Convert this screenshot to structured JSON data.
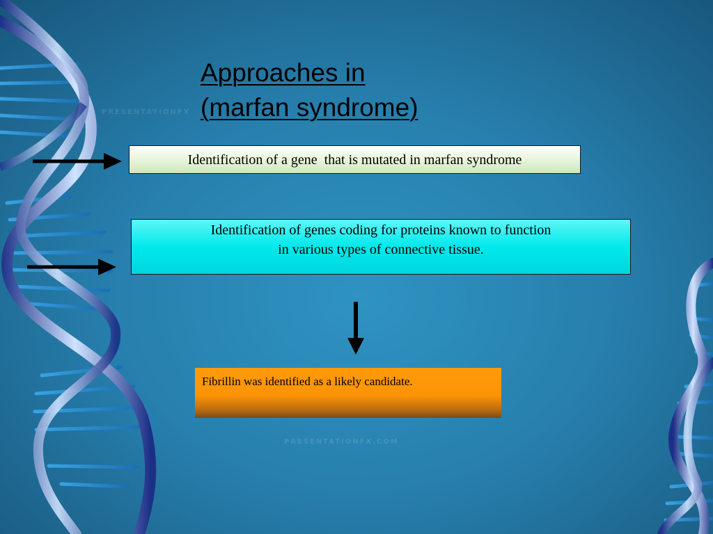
{
  "slide": {
    "title_lines": [
      "Approaches in",
      "(marfan syndrome)"
    ],
    "watermark_top": "PRESENTATIONFX",
    "watermark_bottom": "PRESENTATIONFX.COM"
  },
  "boxes": {
    "gene_mutated": "Identification of a gene  that is mutated in marfan syndrome",
    "connective_tissue_lines": [
      "Identification of genes coding for proteins known to function",
      "in various types of connective tissue."
    ],
    "fibrillin": "Fibrillin was identified as a likely candidate."
  },
  "colors": {
    "background": "#277fad",
    "box1": "#dff0d0",
    "box2": "#00e9ec",
    "box3": "#fd9405",
    "arrow": "#000000"
  },
  "icons": {
    "arrow1": "right-arrow-icon",
    "arrow2": "right-arrow-icon",
    "arrow3": "down-arrow-icon",
    "dna_left": "dna-helix-icon",
    "dna_right": "dna-helix-icon"
  }
}
